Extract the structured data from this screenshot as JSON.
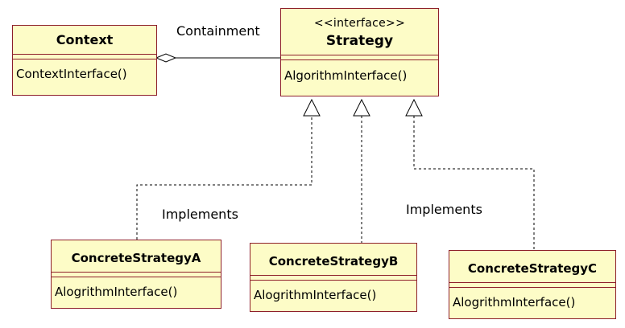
{
  "classes": {
    "context": {
      "name": "Context",
      "operation": "ContextInterface()"
    },
    "strategy": {
      "stereotype": "<<interface>>",
      "name": "Strategy",
      "operation": "AlgorithmInterface()"
    },
    "concrete_a": {
      "name": "ConcreteStrategyA",
      "operation": "AlogrithmInterface()"
    },
    "concrete_b": {
      "name": "ConcreteStrategyB",
      "operation": "AlogrithmInterface()"
    },
    "concrete_c": {
      "name": "ConcreteStrategyC",
      "operation": "AlogrithmInterface()"
    }
  },
  "labels": {
    "containment": "Containment",
    "implements_left": "Implements",
    "implements_right": "Implements"
  },
  "colors": {
    "class_fill": "#fdfcc7",
    "class_border": "#8e1f2a",
    "connector": "#000000"
  }
}
